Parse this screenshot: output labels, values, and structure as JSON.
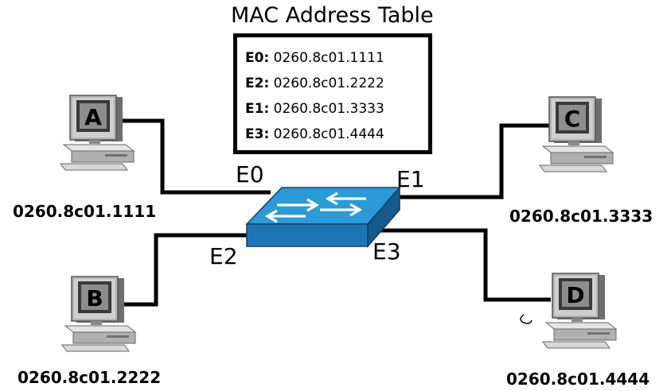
{
  "title": "MAC Address Table",
  "mac_table": [
    {
      "port": "E0:",
      "mac": "0260.8c01.1111"
    },
    {
      "port": "E2:",
      "mac": "0260.8c01.2222"
    },
    {
      "port": "E1:",
      "mac": "0260.8c01.3333"
    },
    {
      "port": "E3:",
      "mac": "0260.8c01.4444"
    }
  ],
  "ports": {
    "e0": "E0",
    "e1": "E1",
    "e2": "E2",
    "e3": "E3"
  },
  "hosts": {
    "a": {
      "letter": "A",
      "mac": "0260.8c01.1111"
    },
    "b": {
      "letter": "B",
      "mac": "0260.8c01.2222"
    },
    "c": {
      "letter": "C",
      "mac": "0260.8c01.3333"
    },
    "d": {
      "letter": "D",
      "mac": "0260.8c01.4444"
    }
  },
  "colors": {
    "switch_top": "#2b9ad6",
    "switch_side": "#1d6fa8",
    "pc_body": "#a8a8a8",
    "screen": "#3a3a3a"
  }
}
